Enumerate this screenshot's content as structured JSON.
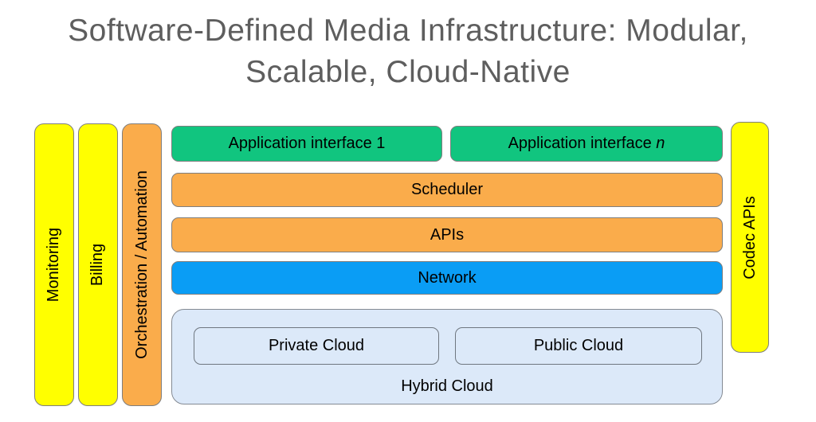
{
  "title": {
    "line1": "Software-Defined Media Infrastructure: Modular,",
    "line2": "Scalable, Cloud-Native"
  },
  "sidebars": {
    "monitoring": "Monitoring",
    "billing": "Billing",
    "orchestration": "Orchestration / Automation",
    "codec": "Codec APIs"
  },
  "stack": {
    "app_interface_1": "Application interface 1",
    "app_interface_n_prefix": "Application interface ",
    "app_interface_n_suffix": "n",
    "scheduler": "Scheduler",
    "apis": "APIs",
    "network": "Network",
    "hybrid": {
      "private": "Private Cloud",
      "public": "Public Cloud",
      "label": "Hybrid Cloud"
    }
  },
  "colors": {
    "yellow": "#FFFF00",
    "orange": "#FAAC4B",
    "green": "#11C57F",
    "blue": "#0A9DF5",
    "light_blue": "#DCE9F9",
    "box_border_gray": "#7E7E7E",
    "title_gray": "#5E5E5E",
    "label_black": "#000000"
  }
}
